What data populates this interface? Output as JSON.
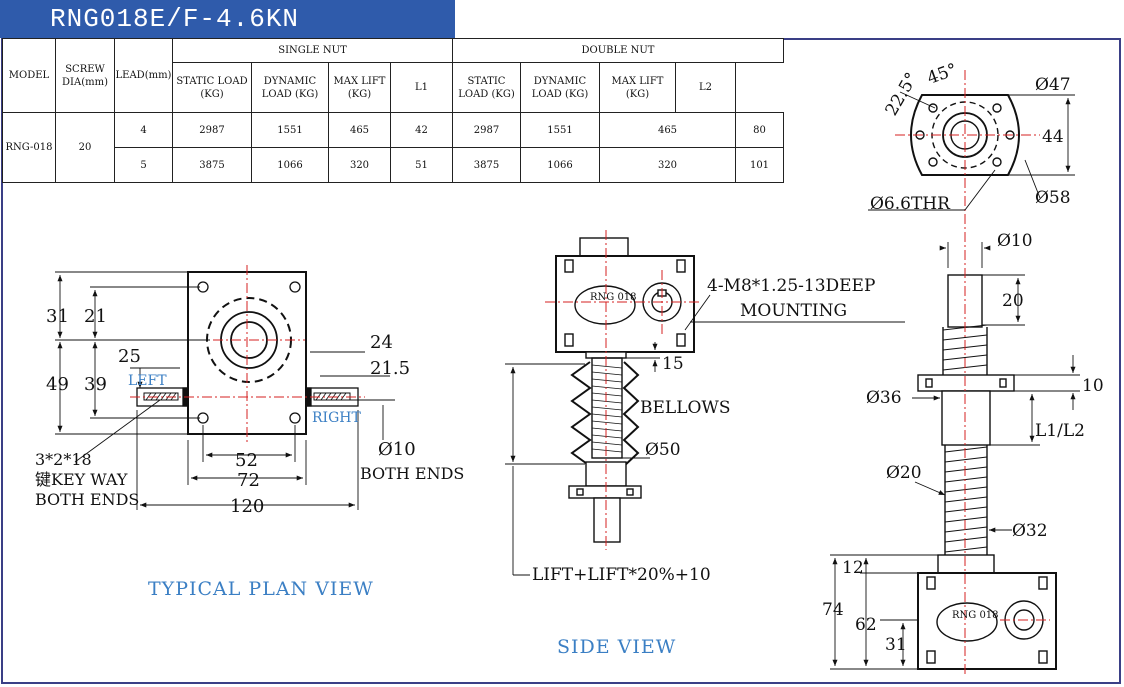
{
  "title": "RNG018E/F-4.6KN",
  "table": {
    "headers": {
      "model": "MODEL",
      "screw_dia": "SCREW DIA(mm)",
      "lead": "LEAD(mm)",
      "single_nut": "SINGLE  NUT",
      "double_nut": "DOUBLE  NUT",
      "static_load": "STATIC LOAD (KG)",
      "dynamic_load": "DYNAMIC LOAD (KG)",
      "max_lift": "MAX LIFT (KG)",
      "l1": "L1",
      "l2": "L2"
    },
    "model": "RNG-018",
    "screw_dia": "20",
    "rows": [
      {
        "lead": "4",
        "s_static": "2987",
        "s_dynamic": "1551",
        "s_max": "465",
        "l1": "42",
        "d_static": "2987",
        "d_dynamic": "1551",
        "d_max": "465",
        "l2": "80"
      },
      {
        "lead": "5",
        "s_static": "3875",
        "s_dynamic": "1066",
        "s_max": "320",
        "l1": "51",
        "d_static": "3875",
        "d_dynamic": "1066",
        "d_max": "320",
        "l2": "101"
      }
    ]
  },
  "plan_view": {
    "caption": "TYPICAL PLAN VIEW",
    "left_label": "LEFT",
    "right_label": "RIGHT",
    "dims": {
      "d31": "31",
      "d21": "21",
      "d49": "49",
      "d39": "39",
      "d25": "25",
      "d24": "24",
      "d21_5": "21.5",
      "d52": "52",
      "d72": "72",
      "d120": "120",
      "dia10": "Ø10",
      "both_ends": "BOTH ENDS"
    },
    "keyway": [
      "3*2*18",
      "键KEY WAY",
      "BOTH ENDS"
    ]
  },
  "side_view": {
    "caption": "SIDE VIEW",
    "badge": "RNG 018",
    "mount_note": [
      "4-M8*1.25-13DEEP",
      "MOUNTING"
    ],
    "d15": "15",
    "bellows": "BELLOWS",
    "dia50": "Ø50",
    "lift": "LIFT+LIFT*20%+10"
  },
  "right_view": {
    "angle_22_5": "22.5°",
    "angle_45": "45°",
    "dia47": "Ø47",
    "d44": "44",
    "dia58": "Ø58",
    "thr": "Ø6.6THR",
    "dia10": "Ø10",
    "d20": "20",
    "d10": "10",
    "dia36": "Ø36",
    "l1l2": "L1/L2",
    "dia20": "Ø20",
    "dia32": "Ø32",
    "d12": "12",
    "d74": "74",
    "d62": "62",
    "d31": "31",
    "badge": "RNG 018"
  },
  "colors": {
    "title_bg": "#2f5bab",
    "frame": "#3a3f86",
    "caption": "#3b7fc4",
    "red_center": "#d42020"
  }
}
